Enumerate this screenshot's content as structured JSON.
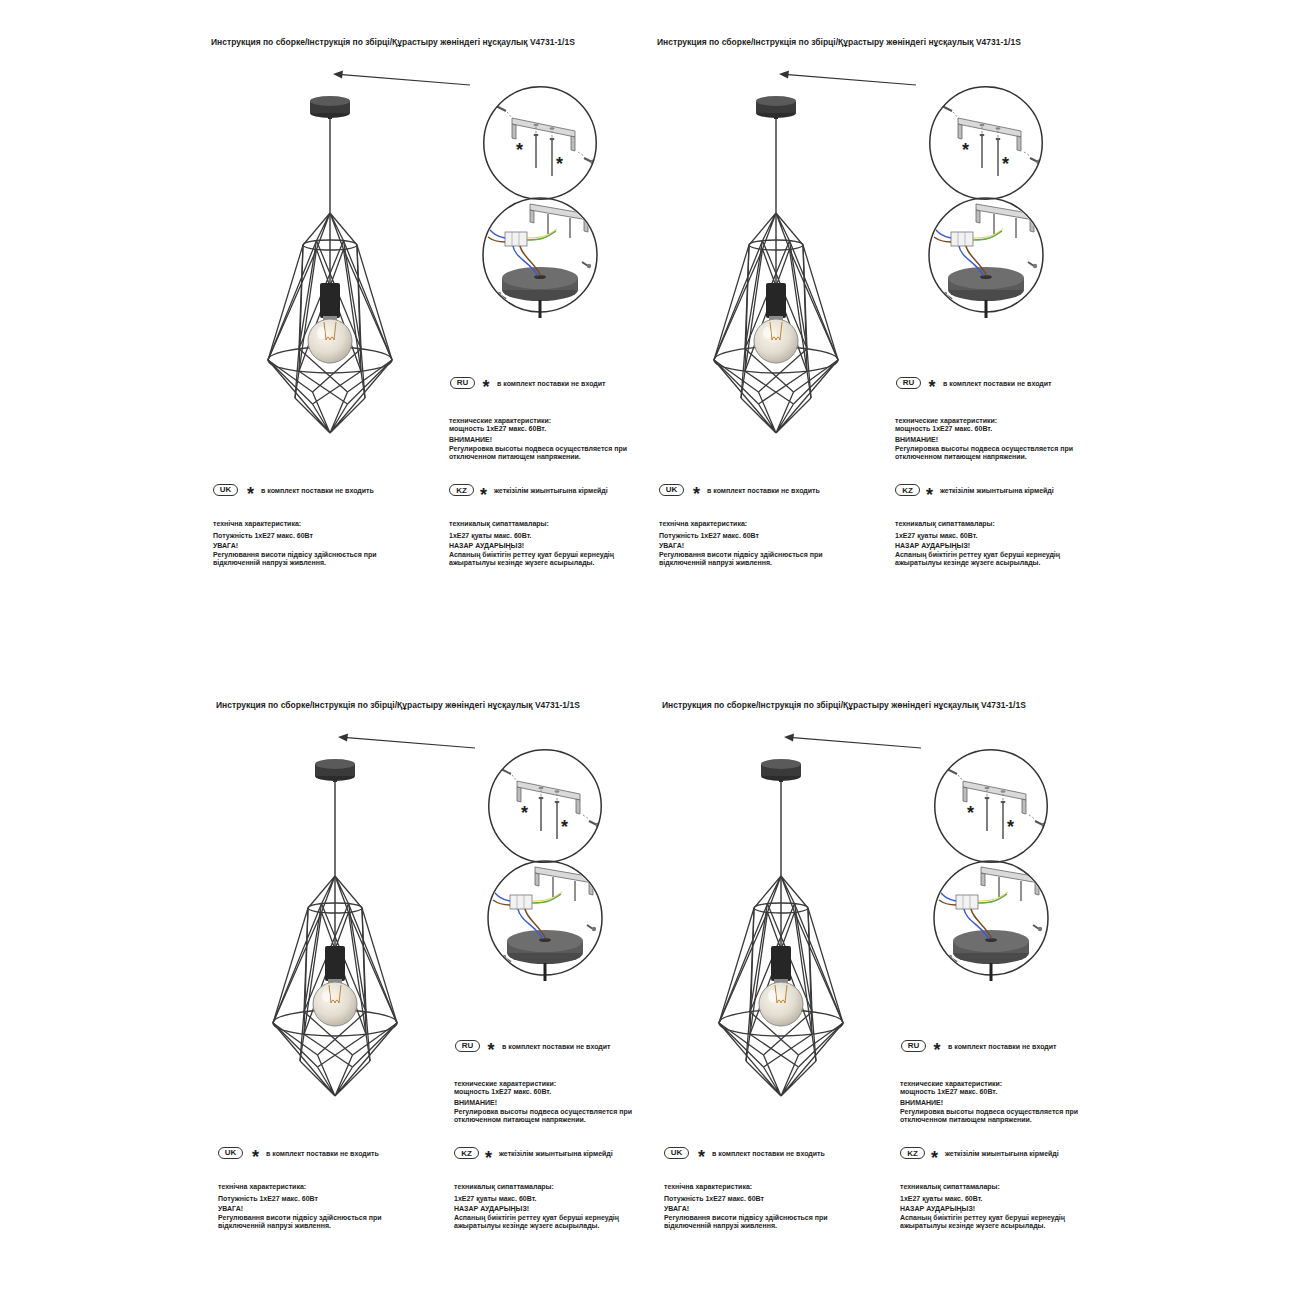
{
  "diagram": {
    "nodes": [
      {
        "text": [
          "*",
          "*"
        ]
      },
      {
        "text": [
          "RU"
        ]
      },
      {
        "text": [
          "UK"
        ]
      },
      {
        "text": [
          "KZ"
        ]
      },
      {
        "text": [
          "*",
          "*"
        ]
      },
      {
        "text": [
          "RU"
        ]
      },
      {
        "text": [
          "UK"
        ]
      },
      {
        "text": [
          "KZ"
        ]
      },
      {
        "text": [
          "*",
          "*"
        ]
      },
      {
        "text": [
          "RU"
        ]
      },
      {
        "text": [
          "UK"
        ]
      },
      {
        "text": [
          "KZ"
        ]
      },
      {
        "text": [
          "*",
          "*"
        ]
      },
      {
        "text": [
          "RU"
        ]
      },
      {
        "text": [
          "UK"
        ]
      },
      {
        "text": [
          "KZ"
        ]
      }
    ],
    "labels": [
      "Инструкция по сборке/Інструкція по збірці/Құрастыру жөніндегі нұсқаулық V4731-1/1S",
      "*",
      "в комплект поставки не входит",
      "технические характеристики:",
      "мощность 1хE27 макс. 60Вт.",
      "ВНИМАНИЕ!",
      "Регулировка высоты подвеса осуществляется при отключенном питающем напряжении.",
      "*",
      "в комплект поставки не входить",
      "технічна характеристика:",
      "Потужність 1хE27 макс. 60Вт",
      "УВАГА!",
      "Регулювання висоти підвісу здійснюється при відключенній напрузі живлення.",
      "*",
      "жеткізілім жиынтығына кірмейді",
      "техникалық сипаттамалары:",
      "1хE27 қуаты макс. 60Вт.",
      "НАЗАР АУДАРЫҢЫЗ!",
      "Аспаның биіктігін реттеу қуат беруші кернеудің ажыратылуы кезінде жүзеге асырылады.",
      "Инструкция по сборке/Інструкція по збірці/Құрастыру жөніндегі нұсқаулық V4731-1/1S",
      "*",
      "в комплект поставки не входит",
      "технические характеристики:",
      "мощность 1хE27 макс. 60Вт.",
      "ВНИМАНИЕ!",
      "Регулировка высоты подвеса осуществляется при отключенном питающем напряжении.",
      "*",
      "в комплект поставки не входить",
      "технічна характеристика:",
      "Потужність 1хE27 макс. 60Вт",
      "УВАГА!",
      "Регулювання висоти підвісу здійснюється при відключенній напрузі живлення.",
      "*",
      "жеткізілім жиынтығына кірмейді",
      "техникалық сипаттамалары:",
      "1хE27 қуаты макс. 60Вт.",
      "НАЗАР АУДАРЫҢЫЗ!",
      "Аспаның биіктігін реттеу қуат беруші кернеудің ажыратылуы кезінде жүзеге асырылады.",
      "Инструкция по сборке/Інструкція по збірці/Құрастыру жөніндегі нұсқаулық V4731-1/1S",
      "*",
      "в комплект поставки не входит",
      "технические характеристики:",
      "мощность 1хE27 макс. 60Вт.",
      "ВНИМАНИЕ!",
      "Регулировка высоты подвеса осуществляется при отключенном питающем напряжении.",
      "*",
      "в комплект поставки не входить",
      "технічна характеристика:",
      "Потужність 1хE27 макс. 60Вт",
      "УВАГА!",
      "Регулювання висоти підвісу здійснюється при відключенній напрузі живлення.",
      "*",
      "жеткізілім жиынтығына кірмейді",
      "техникалық сипаттамалары:",
      "1хE27 қуаты макс. 60Вт.",
      "НАЗАР АУДАРЫҢЫЗ!",
      "Аспаның биіктігін реттеу қуат беруші кернеудің ажыратылуы кезінде жүзеге асырылады.",
      "Инструкция по сборке/Інструкція по збірці/Құрастыру жөніндегі нұсқаулық V4731-1/1S",
      "*",
      "в комплект поставки не входит",
      "технические характеристики:",
      "мощность 1хE27 макс. 60Вт.",
      "ВНИМАНИЕ!",
      "Регулировка высоты подвеса осуществляется при отключенном питающем напряжении.",
      "*",
      "в комплект поставки не входить",
      "технічна характеристика:",
      "Потужність 1хE27 макс. 60Вт",
      "УВАГА!",
      "Регулювання висоти підвісу здійснюється при відключенній напрузі живлення.",
      "*",
      "жеткізілім жиынтығына кірмейді",
      "техникалық сипаттамалары:",
      "1хE27 қуаты макс. 60Вт.",
      "НАЗАР АУДАРЫҢЫЗ!",
      "Аспаның биіктігін реттеу қуат беруші кернеудің ажыратылуы кезінде жүзеге асырылады."
    ]
  }
}
